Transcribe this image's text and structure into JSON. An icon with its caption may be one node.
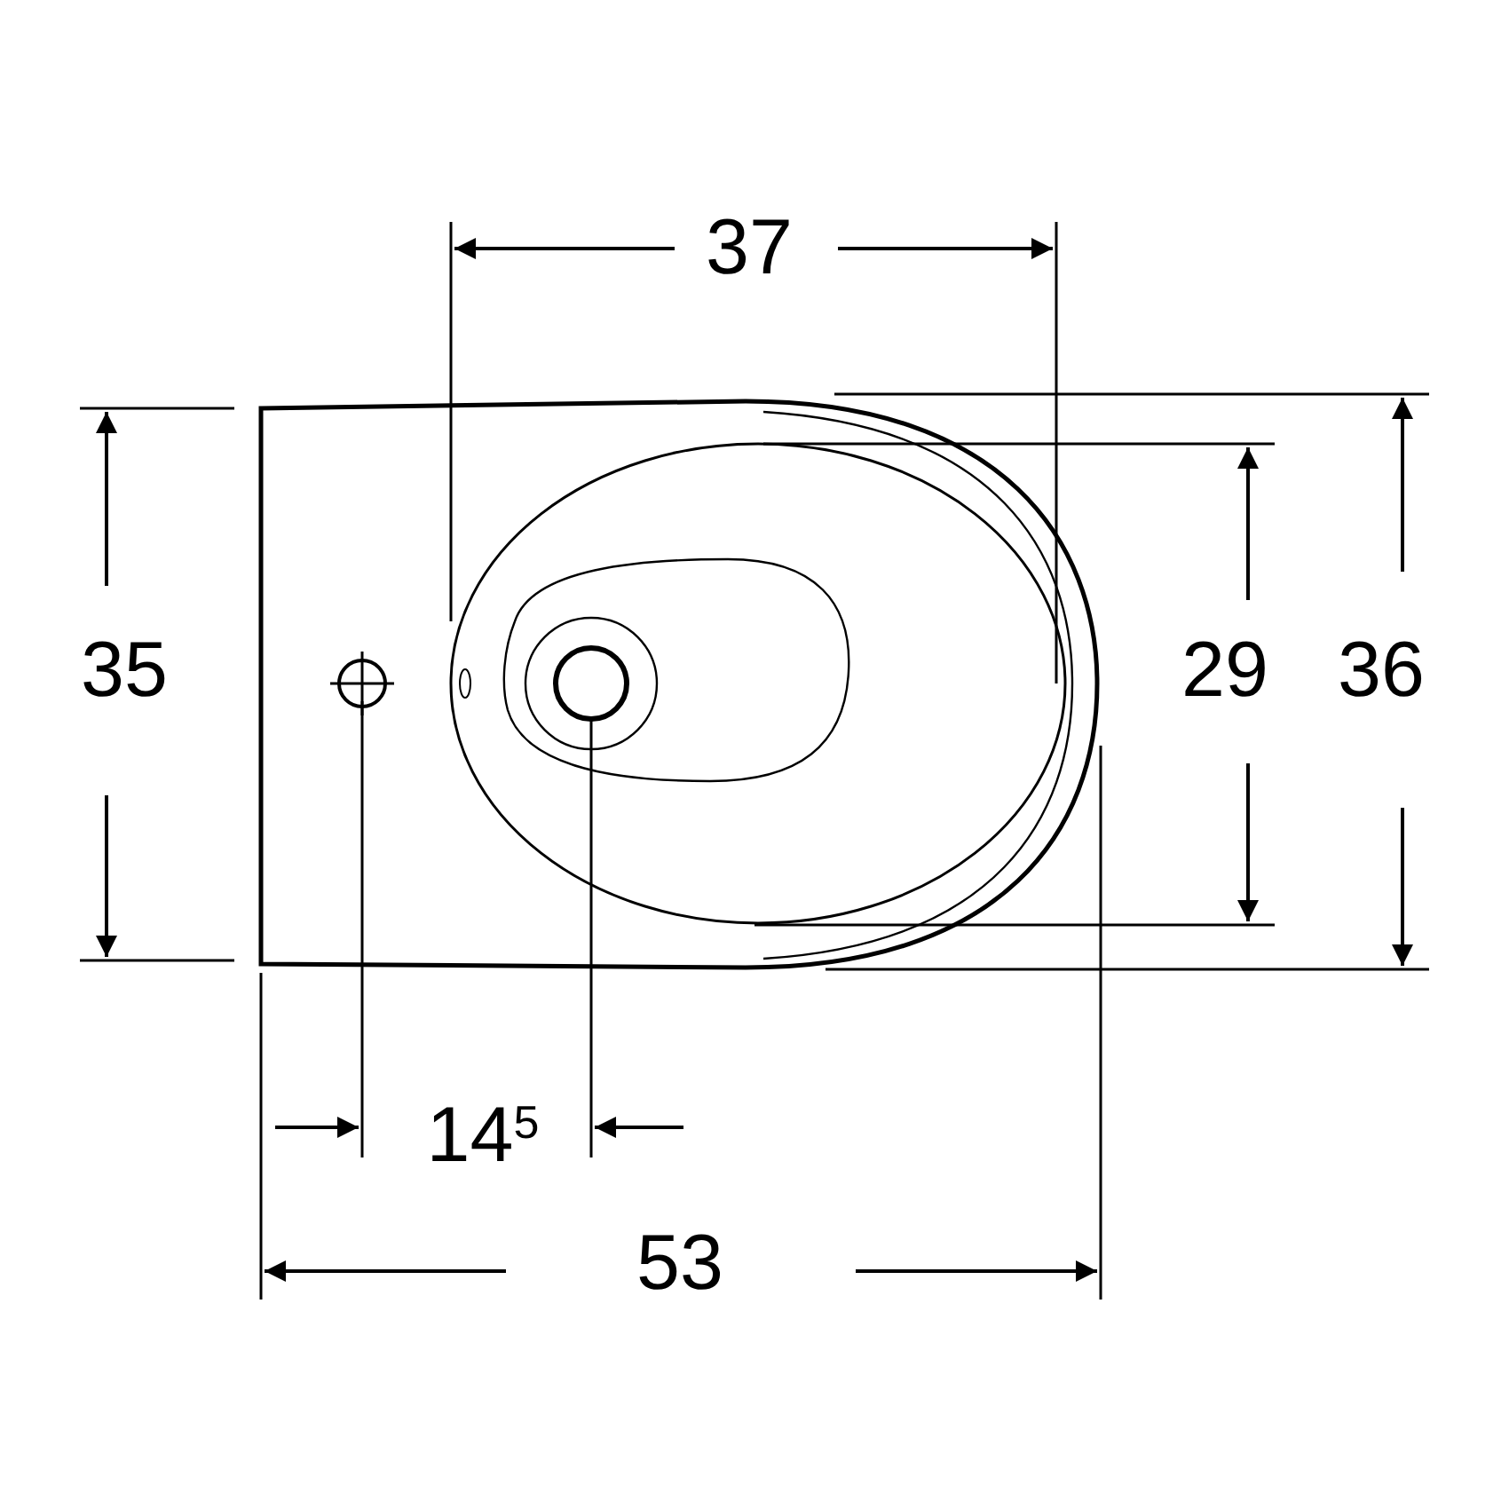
{
  "diagram": {
    "labels": [
      "37",
      "35",
      "29",
      "36",
      "14$^{5}$",
      "53"
    ]
  }
}
